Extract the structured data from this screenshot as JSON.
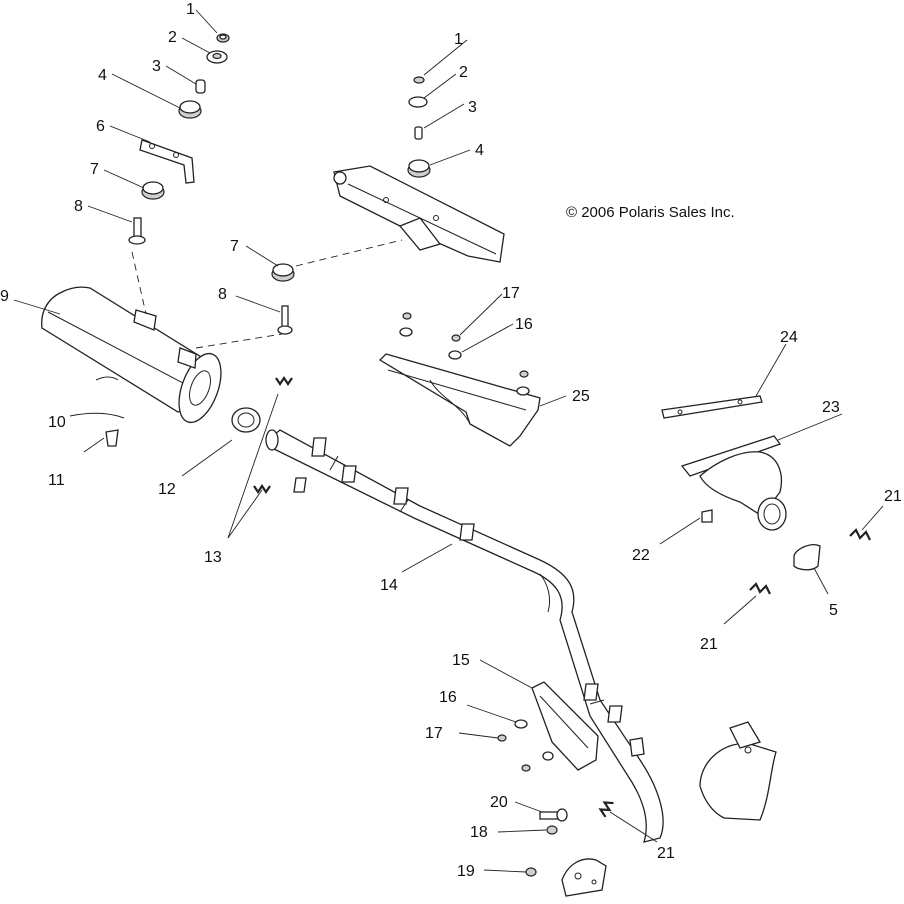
{
  "copyright": "© 2006 Polaris Sales Inc.",
  "callouts": {
    "c1a": "1",
    "c2a": "2",
    "c3a": "3",
    "c4a": "4",
    "c6": "6",
    "c7a": "7",
    "c8a": "8",
    "c9": "9",
    "c10": "10",
    "c11": "11",
    "c12": "12",
    "c13": "13",
    "c14": "14",
    "c1b": "1",
    "c2b": "2",
    "c3b": "3",
    "c4b": "4",
    "c7b": "7",
    "c8b": "8",
    "c17a": "17",
    "c16a": "16",
    "c25": "25",
    "c24": "24",
    "c23": "23",
    "c21a": "21",
    "c22": "22",
    "c21b": "21",
    "c5": "5",
    "c15": "15",
    "c16b": "16",
    "c17b": "17",
    "c20": "20",
    "c18": "18",
    "c19": "19",
    "c21c": "21"
  }
}
